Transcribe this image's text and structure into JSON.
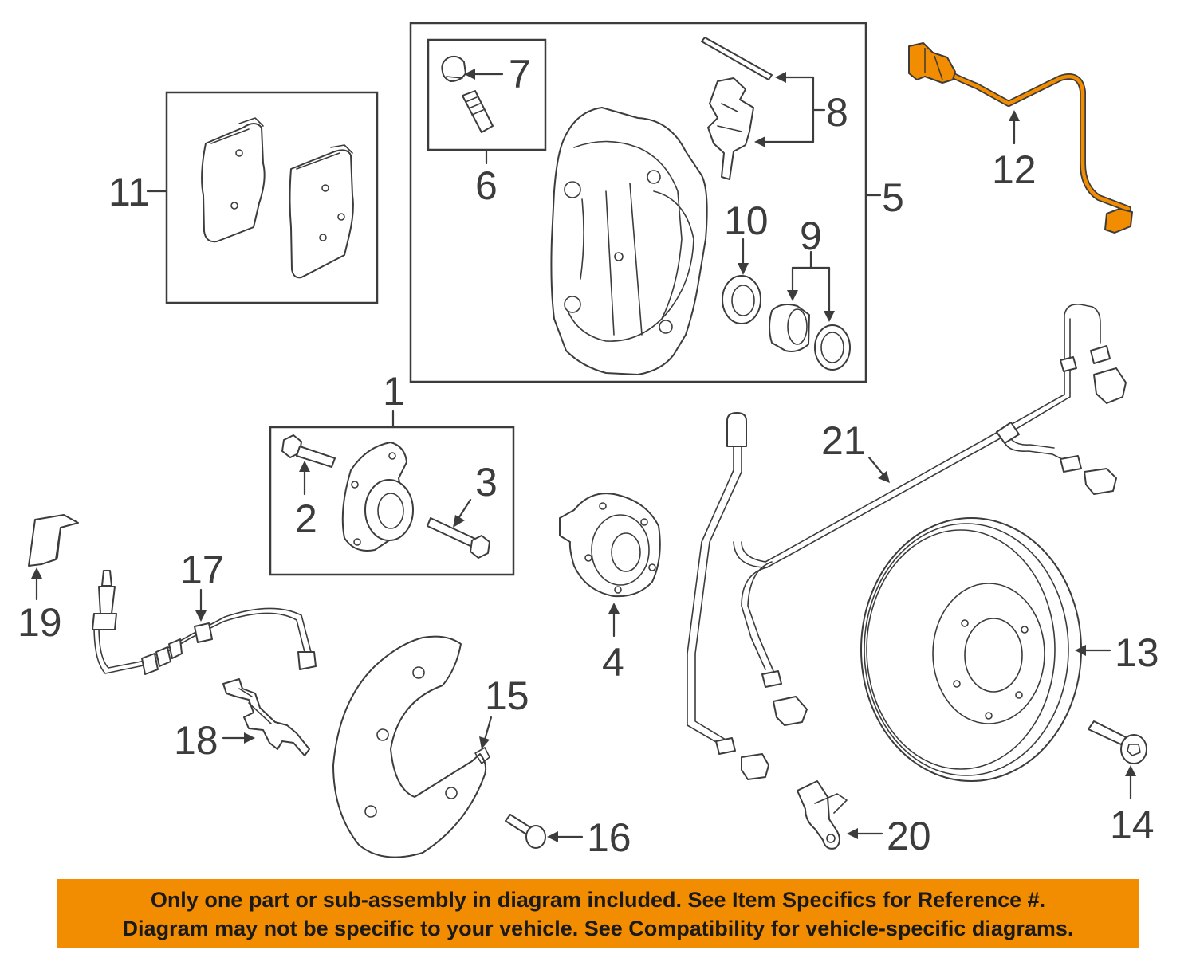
{
  "callouts": {
    "c1": "1",
    "c2": "2",
    "c3": "3",
    "c4": "4",
    "c5": "5",
    "c6": "6",
    "c7": "7",
    "c8": "8",
    "c9": "9",
    "c10": "10",
    "c11": "11",
    "c12": "12",
    "c13": "13",
    "c14": "14",
    "c15": "15",
    "c16": "16",
    "c17": "17",
    "c18": "18",
    "c19": "19",
    "c20": "20",
    "c21": "21"
  },
  "highlight_color": "#f28c00",
  "notice": {
    "line1": "Only one part or sub-assembly in diagram included. See Item Specifics for Reference #.",
    "line2": "Diagram may not be specific to your vehicle. See Compatibility for vehicle-specific diagrams."
  }
}
